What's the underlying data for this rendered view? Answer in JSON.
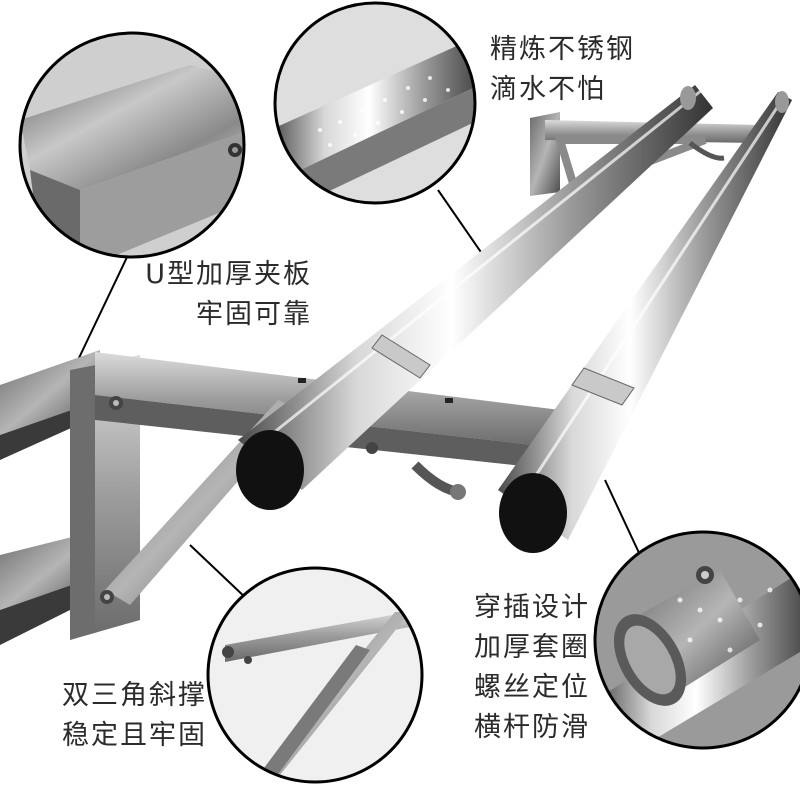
{
  "callouts": {
    "steel": {
      "lines": [
        "精炼不锈钢",
        "滴水不怕"
      ]
    },
    "clamp": {
      "lines": [
        "U型加厚夹板",
        "牢固可靠"
      ]
    },
    "triangle": {
      "lines": [
        "双三角斜撑",
        "稳定且牢固"
      ]
    },
    "sleeve": {
      "lines": [
        "穿插设计",
        "加厚套圈",
        "螺丝定位",
        "横杆防滑"
      ]
    }
  },
  "colors": {
    "text": "#2b2b2b",
    "steel_light": "#f2f2f2",
    "steel_dark": "#3a3a3a",
    "rod_end": "#111111",
    "callout_border": "#000000"
  }
}
